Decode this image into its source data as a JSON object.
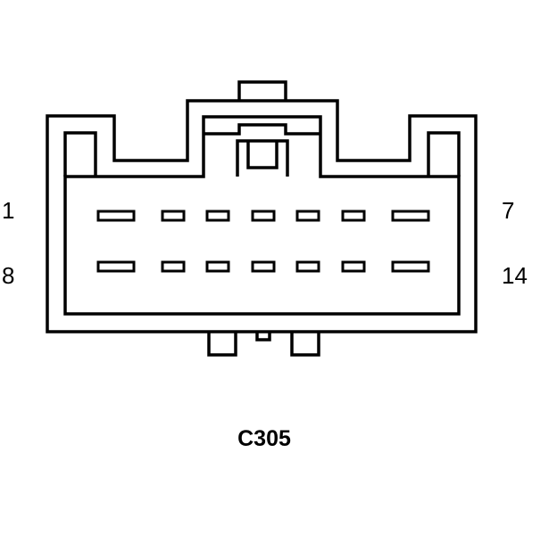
{
  "connector": {
    "id": "C305",
    "pin_rows": [
      {
        "first_label": "1",
        "last_label": "7",
        "pin_count": 7
      },
      {
        "first_label": "8",
        "last_label": "14",
        "pin_count": 7
      }
    ]
  },
  "colors": {
    "line": "#000000",
    "background": "#ffffff"
  }
}
